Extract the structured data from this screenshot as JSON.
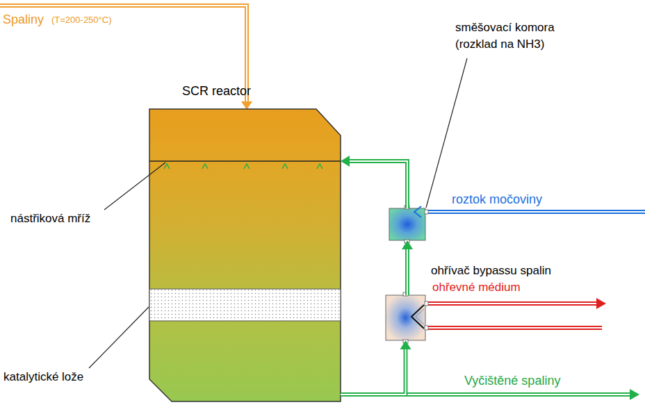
{
  "diagram": {
    "nodes": [
      {
        "text": [
          "SCR reactor"
        ]
      },
      {
        "text": [
          "směšovací komora (rozklad na NH3)"
        ]
      },
      {
        "text": [
          "ohřívač bypassu spalin"
        ]
      }
    ],
    "edges": [
      {
        "from": 0,
        "to": 2,
        "arrow": "to"
      },
      {
        "from": 2,
        "to": 1,
        "arrow": "to"
      },
      {
        "from": 1,
        "to": 0,
        "arrow": "to"
      }
    ],
    "labels": [
      "Spaliny",
      "(T=200-250°C)",
      "nástřiková mříž",
      "katalytické lože",
      "roztok močoviny",
      "ohřevné médium",
      "Vyčištěné spaliny"
    ]
  }
}
